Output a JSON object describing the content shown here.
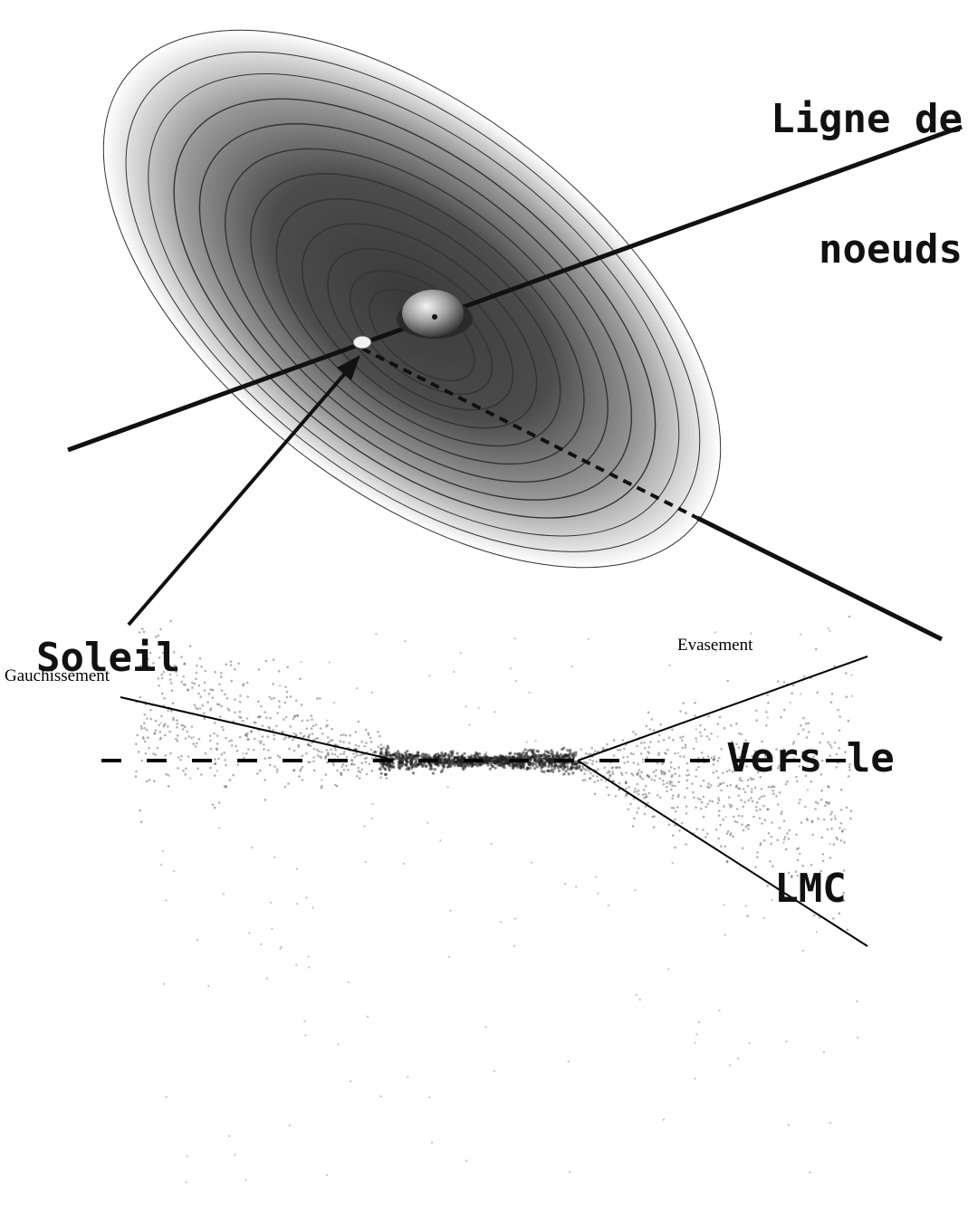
{
  "top_diagram": {
    "node_line_label": [
      "Ligne de",
      "noeuds"
    ],
    "sun_label": "Soleil",
    "lmc_label": [
      "Vers le",
      "LMC"
    ]
  },
  "bottom_diagram": {
    "warp_label": "Gauchissement",
    "flare_label": "Evasement"
  },
  "colors": {
    "ink": "#111111",
    "disk_dark": "#3a3a3a",
    "disk_light": "#ffffff",
    "ring": "#333333",
    "star": "#222222"
  }
}
